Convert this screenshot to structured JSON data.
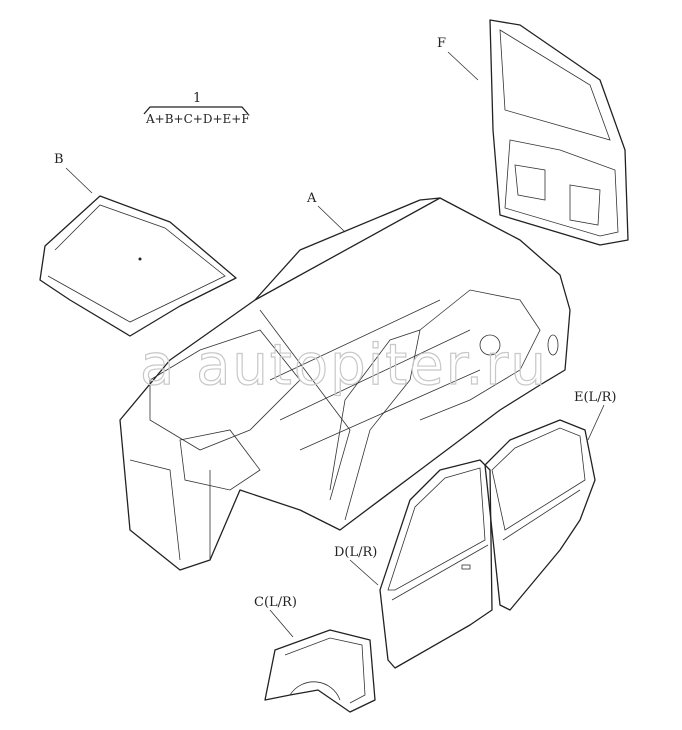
{
  "assembly": {
    "number": "1",
    "formula": "A+B+C+D+E+F"
  },
  "callouts": {
    "a": "A",
    "b": "B",
    "c": "C(L/R)",
    "d": "D(L/R)",
    "e": "E(L/R)",
    "f": "F"
  },
  "watermark": "autopiter.ru"
}
